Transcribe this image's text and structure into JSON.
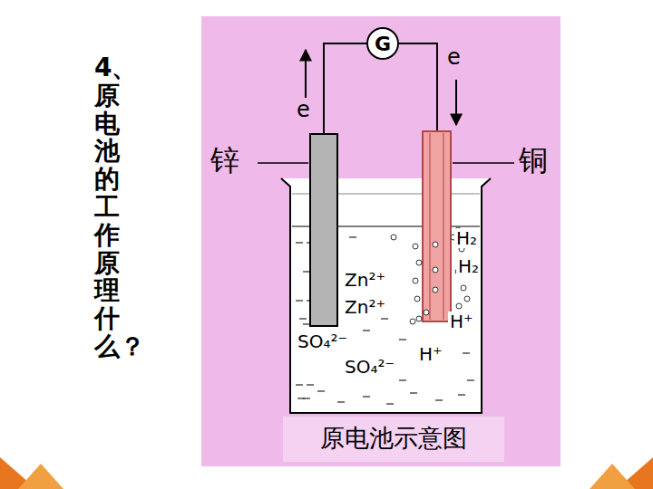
{
  "diagram": {
    "title": "4、原电池的工作原理什么？",
    "caption": "原电池示意图",
    "nodes": [
      {
        "text": [
          "G"
        ]
      }
    ],
    "labels": [
      "e",
      "e",
      "锌",
      "铜",
      "H₂",
      "H₂",
      "Zn²⁺",
      "Zn²⁺",
      "H⁺",
      "SO₄²⁻",
      "SO₄²⁻",
      "H⁺"
    ]
  }
}
